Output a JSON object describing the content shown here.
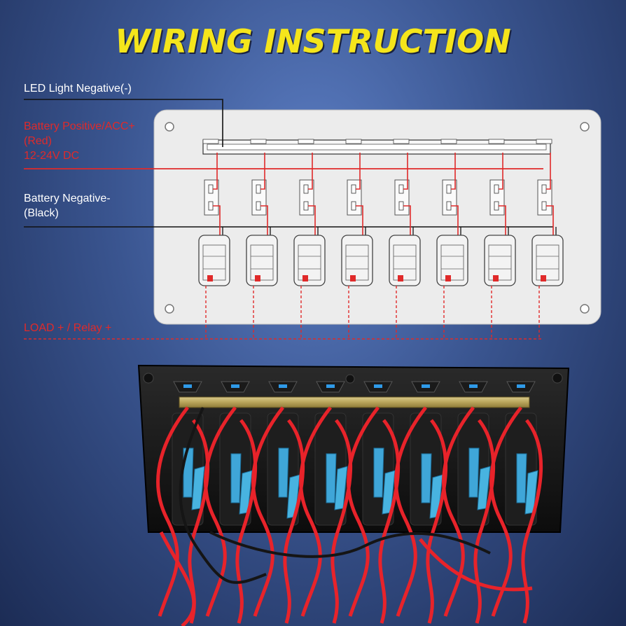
{
  "title": "WIRING INSTRUCTION",
  "labels": {
    "led_negative": "LED Light Negative(-)",
    "battery_positive": [
      "Battery Positive/ACC+",
      "(Red)",
      "12-24V DC"
    ],
    "battery_negative": [
      "Battery Negative-",
      "(Black)"
    ],
    "load": "LOAD + / Relay +"
  },
  "switch_count": 8,
  "colors": {
    "title": "#f5e51b",
    "positive_wire": "#e02a2a",
    "negative_wire": "#111111",
    "panel": "#ececec"
  }
}
